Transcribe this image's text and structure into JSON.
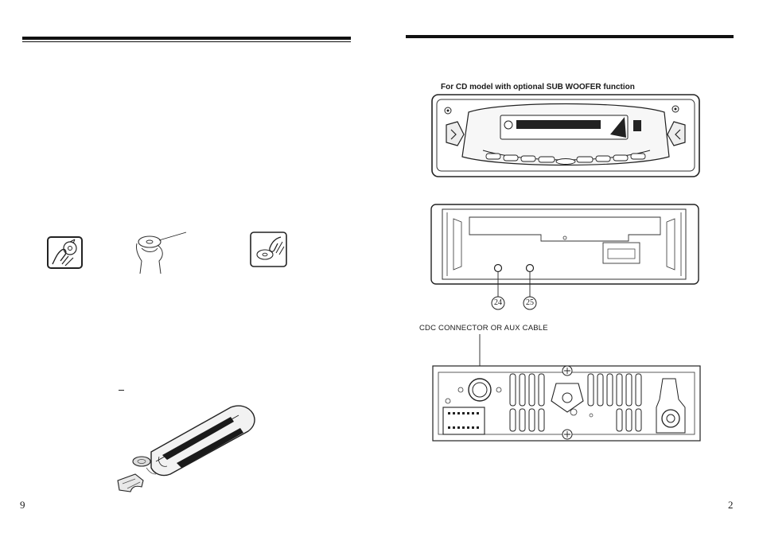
{
  "left_page": {
    "page_number": "9"
  },
  "right_page": {
    "page_number": "2",
    "sub_woofer_caption": "For CD model with optional SUB WOOFER function",
    "callouts": [
      "24",
      "25"
    ],
    "cdc_caption": "CDC  CONNECTOR OR  AUX   CABLE"
  }
}
